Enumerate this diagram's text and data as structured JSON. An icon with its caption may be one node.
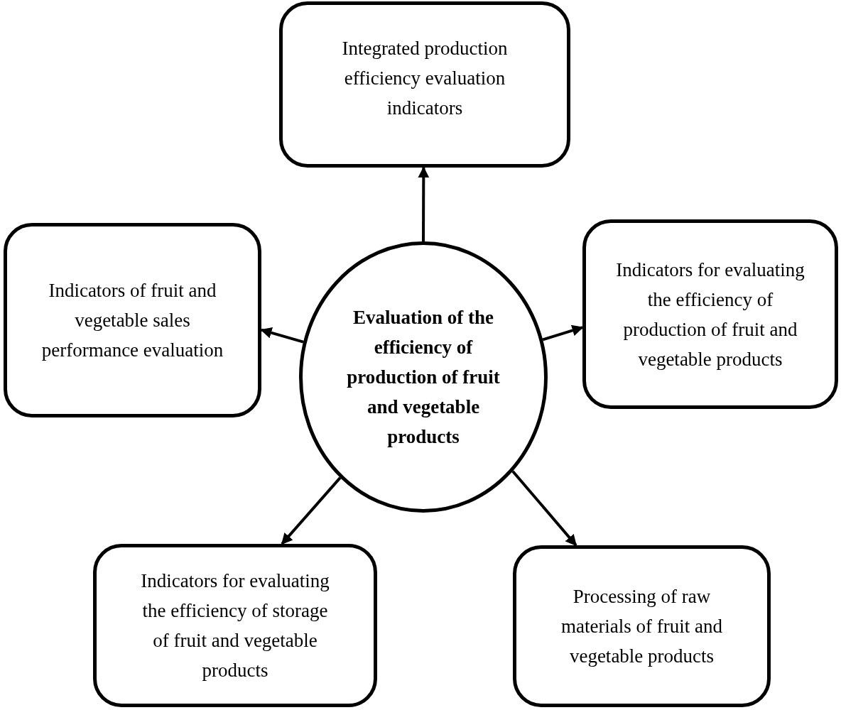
{
  "diagram": {
    "nodes": [
      {
        "text": [
          "Evaluation of the efficiency of production of fruit and vegetable products"
        ]
      },
      {
        "text": [
          "Integrated production efficiency evaluation indicators"
        ]
      },
      {
        "text": [
          "Indicators of fruit and vegetable sales performance evaluation"
        ]
      },
      {
        "text": [
          "Indicators for evaluating the efficiency of production of fruit and vegetable products"
        ]
      },
      {
        "text": [
          "Indicators for evaluating the efficiency of storage of fruit and vegetable products"
        ]
      },
      {
        "text": [
          "Processing of raw materials of fruit and vegetable products"
        ]
      }
    ],
    "edges": [
      {
        "from": 0,
        "to": 1,
        "arrow": "to"
      },
      {
        "from": 0,
        "to": 2,
        "arrow": "to"
      },
      {
        "from": 0,
        "to": 3,
        "arrow": "to"
      },
      {
        "from": 0,
        "to": 4,
        "arrow": "to"
      },
      {
        "from": 0,
        "to": 5,
        "arrow": "to"
      }
    ]
  }
}
